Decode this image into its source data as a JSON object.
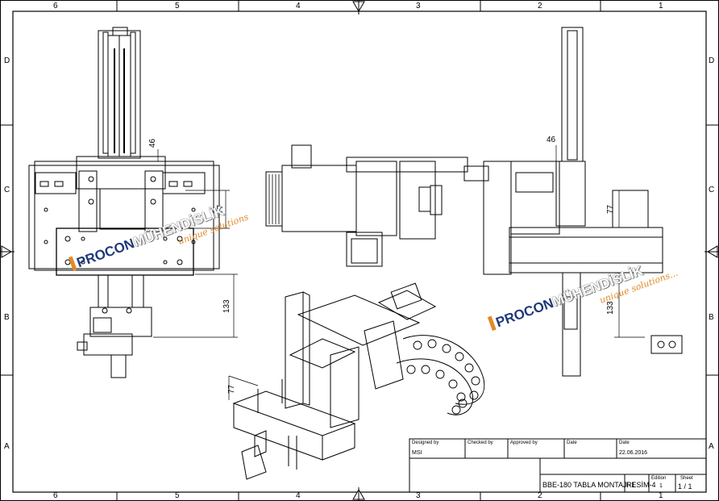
{
  "zones": {
    "columns": [
      "6",
      "5",
      "4",
      "3",
      "2",
      "1"
    ],
    "rows": [
      "D",
      "C",
      "B",
      "A"
    ]
  },
  "dimensions": {
    "front_top": "46",
    "front_mid": "77",
    "front_low": "133",
    "side_top": "46",
    "side_mid": "77",
    "side_low": "133",
    "iso": "77"
  },
  "logo": {
    "brand_a": "PROCON",
    "brand_b": "MÜHENDİSLİK",
    "tagline_left": "unique solutions",
    "tagline_right": "unique solutions..."
  },
  "title_block": {
    "designed_by_label": "Designed by",
    "designed_by_value": "MSI",
    "checked_by_label": "Checked by",
    "approved_by_label": "Approved by",
    "date_label_1": "Date",
    "date_label_2": "Date",
    "date_value": "22.06.2016",
    "drawing_title": "BBE-180 TABLA MONTAJI-1",
    "drawing_no": "RESİM-4",
    "edition_label": "Edition",
    "edition_value": "1",
    "sheet_label": "Sheet",
    "sheet_value": "1 / 1"
  },
  "colors": {
    "line": "#000000",
    "accent_orange": "#e08a2a",
    "accent_blue": "#1f3a7a"
  }
}
